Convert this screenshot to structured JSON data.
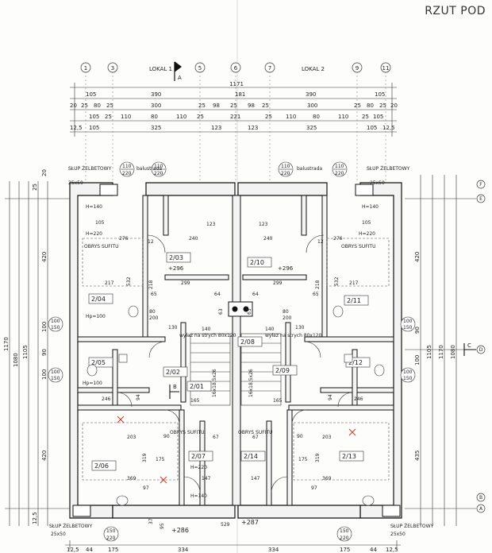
{
  "title": "RZUT POD",
  "axes_top": [
    "1",
    "3",
    "5",
    "6",
    "7",
    "9",
    "11"
  ],
  "units": [
    "LOKAL 1",
    "LOKAL 2"
  ],
  "section_marks": [
    "A",
    "B",
    "C"
  ],
  "axis_letters": [
    "F",
    "E",
    "D",
    "B",
    "A"
  ],
  "dims_top": {
    "row1": [
      "1171"
    ],
    "row1b": [
      "105",
      "390",
      "181",
      "390",
      "105"
    ],
    "row2": [
      "20",
      "25",
      "80",
      "25",
      "300",
      "25",
      "98",
      "25",
      "98",
      "25",
      "300",
      "25",
      "80",
      "25",
      "20"
    ],
    "row3": [
      "105",
      "25",
      "110",
      "80",
      "110",
      "25",
      "221",
      "25",
      "110",
      "80",
      "110",
      "25",
      "105"
    ],
    "row4": [
      "12,5",
      "105",
      "325",
      "123",
      "123",
      "325",
      "105",
      "12,5"
    ]
  },
  "dims_bottom": [
    "12,5",
    "44",
    "175",
    "334",
    "334",
    "175",
    "44",
    "12,5"
  ],
  "left_dims": [
    "1170",
    "1080",
    "1105",
    "420",
    "100",
    "90",
    "100",
    "420",
    "20",
    "25",
    "12,5"
  ],
  "right_dims": [
    "1105",
    "1170",
    "1080",
    "420",
    "90",
    "100",
    "435"
  ],
  "columns": {
    "top": "SŁUP ŻELBETOWY",
    "size": "25x50"
  },
  "balustrada": "balustrada",
  "openings": [
    "110",
    "220",
    "150",
    "220",
    "100",
    "150"
  ],
  "rooms": [
    {
      "id": "2/03",
      "area": "+296"
    },
    {
      "id": "2/10",
      "area": "+296"
    },
    {
      "id": "2/04"
    },
    {
      "id": "2/11"
    },
    {
      "id": "2/05"
    },
    {
      "id": "2/12"
    },
    {
      "id": "2/02"
    },
    {
      "id": "2/09"
    },
    {
      "id": "2/01"
    },
    {
      "id": "2/08"
    },
    {
      "id": "2/06"
    },
    {
      "id": "2/13"
    },
    {
      "id": "2/07"
    },
    {
      "id": "2/14"
    }
  ],
  "notes": {
    "obrys": "OBRYS SUFITU",
    "wylaz": "wyłaz na strych 80x120",
    "wylaz2": "wyłaz na strych 80x120",
    "hp": "Hp=100",
    "h140": "H=140",
    "h220": "H=220",
    "stairs1": "16x18,5x26",
    "stairs2": "16x18,5x26"
  },
  "entry_levels": [
    "+286",
    "+287"
  ],
  "room_dims": [
    "276",
    "240",
    "240",
    "276",
    "217",
    "299",
    "299",
    "217",
    "532",
    "532",
    "105",
    "105",
    "123",
    "123",
    "140",
    "140",
    "130",
    "130",
    "246",
    "246",
    "165",
    "165",
    "203",
    "203",
    "319",
    "319",
    "369",
    "369",
    "147",
    "147",
    "97",
    "97",
    "67",
    "67",
    "90",
    "90",
    "80",
    "80",
    "200",
    "200",
    "12",
    "12",
    "218",
    "218",
    "65",
    "65",
    "64",
    "64",
    "63",
    "63",
    "94",
    "94",
    "175",
    "175",
    "529",
    "95",
    "37"
  ]
}
